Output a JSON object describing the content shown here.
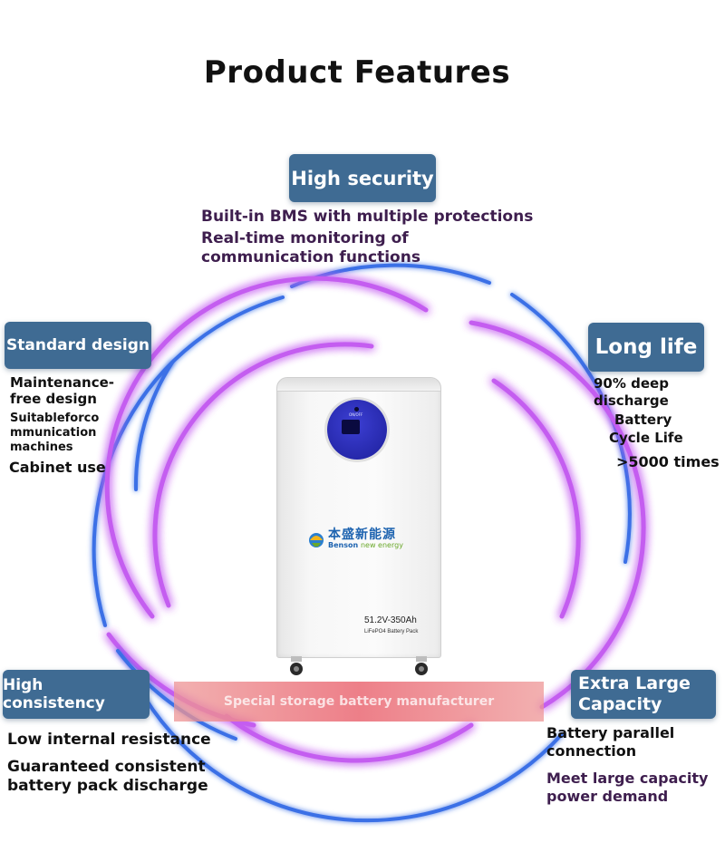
{
  "title": "Product Features",
  "high_security": {
    "heading": "High security",
    "line1": "Built-in BMS with multiple protections",
    "line2": "Real-time monitoring of",
    "line3": "communication functions"
  },
  "standard_design": {
    "heading": "Standard design",
    "line1": "Maintenance-",
    "line2": "free design",
    "line3": "Suitableforco",
    "line4": "mmunication",
    "line5": "machines",
    "line6": "Cabinet use"
  },
  "long_life": {
    "heading": "Long life",
    "line1": "90% deep",
    "line2": "discharge",
    "line3": "Battery",
    "line4": "Cycle Life",
    "line5": ">5000 times"
  },
  "high_consistency": {
    "heading": "High consistency",
    "line1": "Low internal resistance",
    "line2": "Guaranteed consistent",
    "line3": "battery pack discharge"
  },
  "extra_large": {
    "heading1": "Extra Large",
    "heading2": "Capacity",
    "line1": "Battery parallel",
    "line2": "connection",
    "line3": "Meet large capacity",
    "line4": "power demand"
  },
  "product": {
    "brand_cn": "本盛新能源",
    "brand_en_1": "Benson",
    "brand_en_2": "new energy",
    "spec": "51.2V-350Ah",
    "spec_sub": "LiFePO4 Battery Pack",
    "onoff": "ON/OFF"
  },
  "banner": "Special storage battery manufacturer",
  "colors": {
    "badge": "#3f6b93",
    "ring_blue": "#3a6fe6",
    "ring_purple": "#c45df0"
  }
}
